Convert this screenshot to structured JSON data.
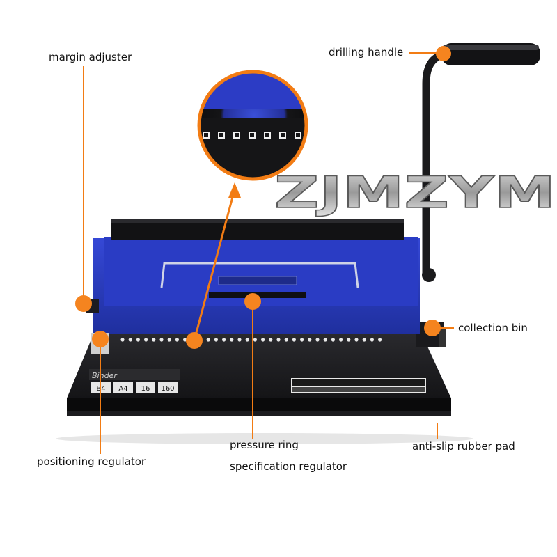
{
  "brand": {
    "logo_text": "ZJMZYM"
  },
  "labels": {
    "margin_adjuster": "margin adjuster",
    "drilling_handle": "drilling handle",
    "collection_bin": "collection bin",
    "pressure_ring": "pressure ring",
    "specification_regulator": "specification regulator",
    "positioning_regulator": "positioning regulator",
    "anti_slip_rubber_pad": "anti-slip rubber pad"
  },
  "machine": {
    "brand_plate": "Binder",
    "size_tags": [
      "B4",
      "A4",
      "16",
      "160"
    ]
  },
  "colors": {
    "leader": "#f27c14",
    "marker": "#f5841f",
    "body_blue": "#2b3fbf",
    "base_black": "#141416"
  }
}
